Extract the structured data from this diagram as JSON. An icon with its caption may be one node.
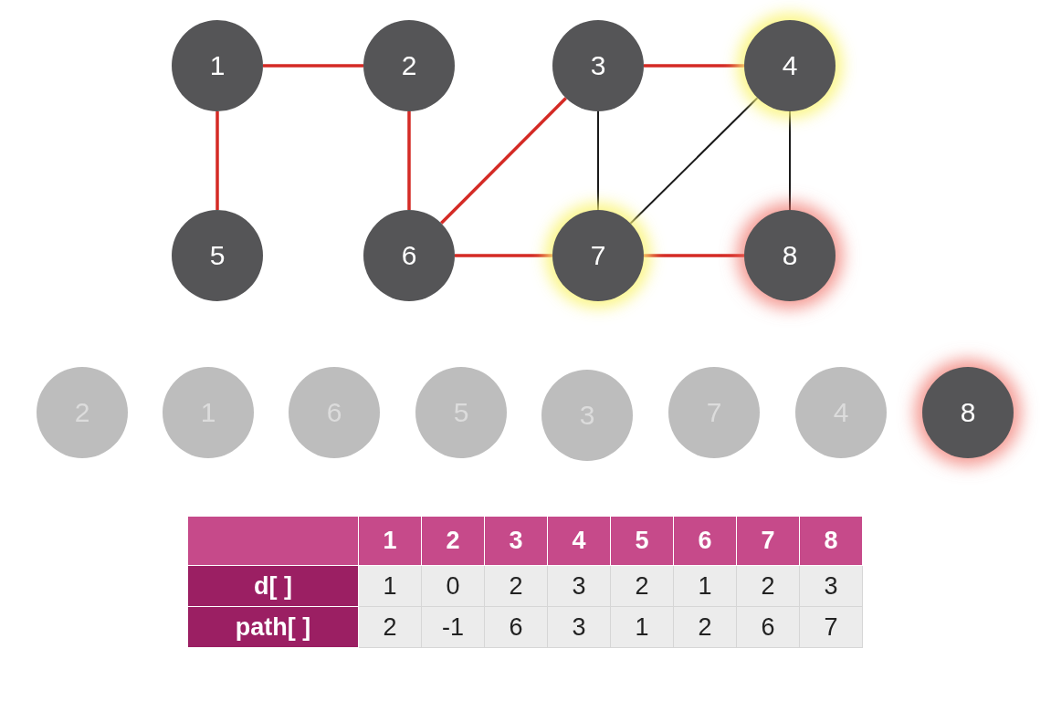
{
  "diagram": {
    "nodes": [
      {
        "text": [
          "1"
        ]
      },
      {
        "text": [
          "2"
        ]
      },
      {
        "text": [
          "3"
        ]
      },
      {
        "text": [
          "4"
        ]
      },
      {
        "text": [
          "5"
        ]
      },
      {
        "text": [
          "6"
        ]
      },
      {
        "text": [
          "7"
        ]
      },
      {
        "text": [
          "8"
        ]
      },
      {
        "text": [
          "2"
        ]
      },
      {
        "text": [
          "1"
        ]
      },
      {
        "text": [
          "6"
        ]
      },
      {
        "text": [
          "5"
        ]
      },
      {
        "text": [
          "3"
        ]
      },
      {
        "text": [
          "7"
        ]
      },
      {
        "text": [
          "4"
        ]
      },
      {
        "text": [
          "8"
        ]
      }
    ],
    "edges": [
      {
        "from": 0,
        "to": 1,
        "arrow": "none"
      },
      {
        "from": 0,
        "to": 4,
        "arrow": "none"
      },
      {
        "from": 1,
        "to": 5,
        "arrow": "none"
      },
      {
        "from": 2,
        "to": 3,
        "arrow": "none"
      },
      {
        "from": 2,
        "to": 5,
        "arrow": "none"
      },
      {
        "from": 2,
        "to": 6,
        "arrow": "none",
        "color": "#1a1a1a"
      },
      {
        "from": 3,
        "to": 6,
        "arrow": "none",
        "color": "#1a1a1a"
      },
      {
        "from": 3,
        "to": 7,
        "arrow": "none",
        "color": "#1a1a1a"
      },
      {
        "from": 5,
        "to": 6,
        "arrow": "none"
      },
      {
        "from": 6,
        "to": 7,
        "arrow": "none"
      }
    ],
    "labels": [
      "1",
      "2",
      "3",
      "4",
      "5",
      "6",
      "7",
      "8",
      "d[ ]",
      "1",
      "0",
      "2",
      "3",
      "2",
      "1",
      "2",
      "3",
      "path[ ]",
      "2",
      "-1",
      "6",
      "3",
      "1",
      "2",
      "6",
      "7"
    ]
  }
}
